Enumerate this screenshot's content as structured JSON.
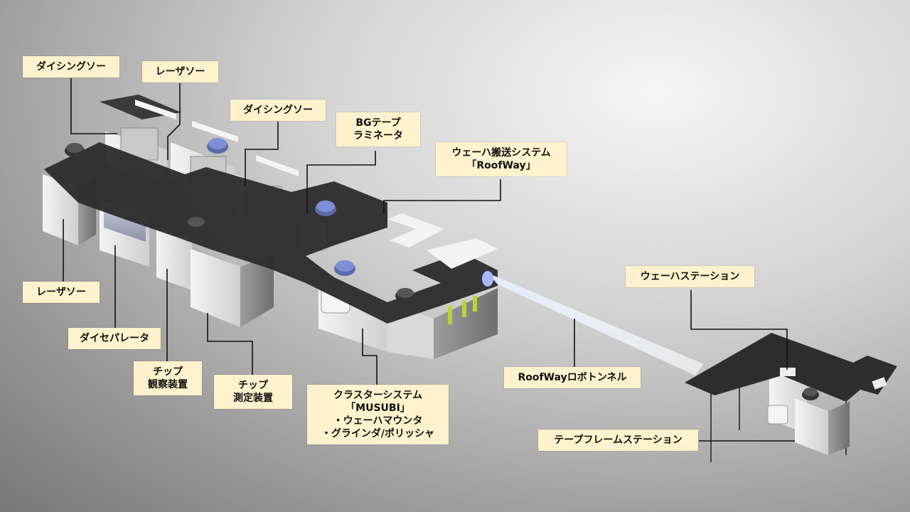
{
  "labels": {
    "dicing_saw_1": "ダイシングソー",
    "laser_saw_top": "レーザソー",
    "dicing_saw_2": "ダイシングソー",
    "bg_tape_laminator": [
      "BGテープ",
      "ラミネータ"
    ],
    "wafer_transport": [
      "ウェーハ搬送システム",
      "「RoofWay」"
    ],
    "laser_saw_bottom": "レーザソー",
    "die_separator": "ダイセパレータ",
    "chip_observation": [
      "チップ",
      "観察装置"
    ],
    "chip_measurement": [
      "チップ",
      "測定装置"
    ],
    "cluster_system": [
      "クラスターシステム",
      "「MUSUBI」",
      "・ウェーハマウンタ",
      "・グラインダ/ポリッシャ"
    ],
    "roofway_tunnel": "RoofWayロボトンネル",
    "wafer_station": "ウェーハステーション",
    "tape_frame_station": "テープフレームステーション"
  },
  "icons": {
    "wafer_cap": "wafer-cap-icon",
    "robot_head": "robot-head-icon"
  },
  "colors": {
    "label_bg": "#fff2cc",
    "wafer_blue": "#7f8fd6",
    "roof_dark": "#2d2d2d",
    "cabinet_light": "#e9e9e9",
    "indicator_green": "#b7d43b"
  }
}
